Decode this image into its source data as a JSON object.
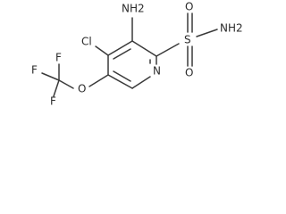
{
  "molecule": {
    "atoms": {
      "nh2_amino": "NH2",
      "cl": "Cl",
      "s": "S",
      "o_top": "O",
      "o_bottom": "O",
      "nh2_sulfonamide": "NH2",
      "n_ring": "N",
      "o_ether": "O",
      "f_top": "F",
      "f_left": "F",
      "f_bottom": "F"
    }
  },
  "colors": {
    "bond": "#3a3a3a",
    "text": "#2b2b2b",
    "background": "#ffffff"
  }
}
